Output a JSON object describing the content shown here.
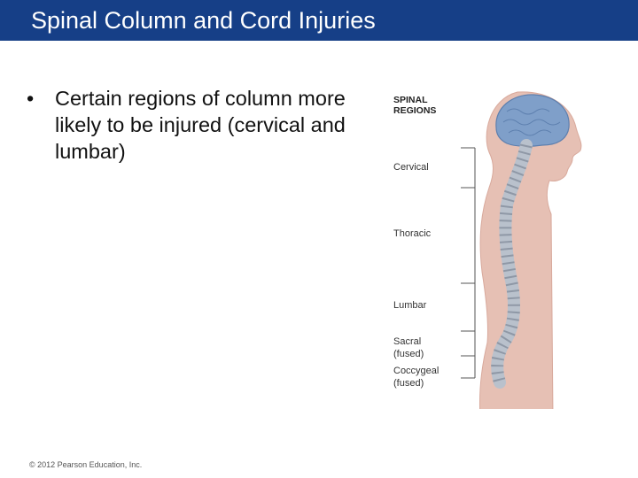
{
  "slide": {
    "title": "Spinal Column and Cord Injuries",
    "bullets": [
      {
        "glyph": "•",
        "text": "Certain regions of column more likely to be injured (cervical and lumbar)"
      }
    ],
    "copyright": "© 2012 Pearson Education, Inc."
  },
  "figure": {
    "heading_line1": "SPINAL",
    "heading_line2": "REGIONS",
    "regions": {
      "cervical": "Cervical",
      "thoracic": "Thoracic",
      "lumbar": "Lumbar",
      "sacral_line1": "Sacral",
      "sacral_line2": "(fused)",
      "coccygeal_line1": "Coccygeal",
      "coccygeal_line2": "(fused)"
    }
  },
  "colors": {
    "title_bar": "#163f87",
    "skin": "#e6c0b4",
    "spine": "#b9c1cc",
    "brain": "#7f9fc9"
  }
}
